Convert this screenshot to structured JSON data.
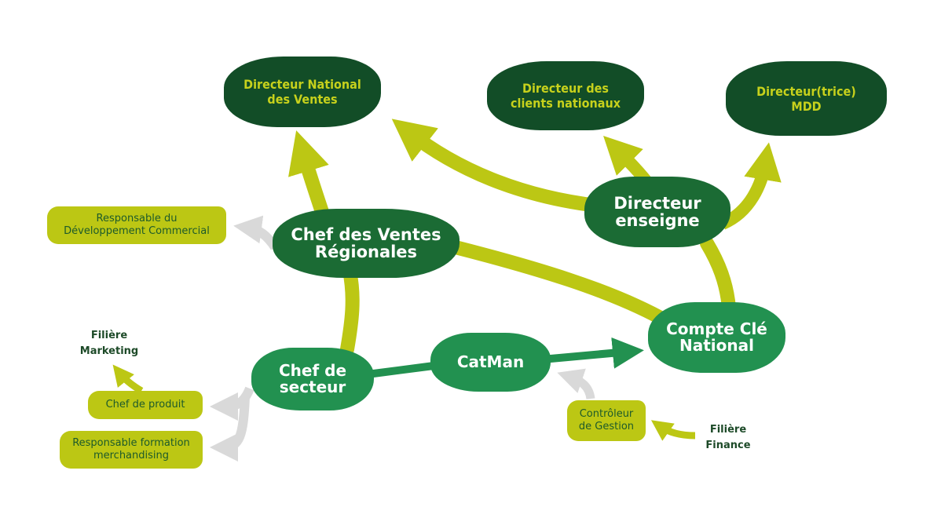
{
  "colors": {
    "dark_green": "#124d27",
    "mid_green": "#1b6b34",
    "bright_green": "#229150",
    "lime": "#bcc714",
    "grey_arrow": "#d9d9d9",
    "text_lime": "#c7d11c",
    "text_dark": "#1d5a2b"
  },
  "nodes": {
    "directeur_national_ventes": "Directeur National\ndes Ventes",
    "directeur_clients_nationaux": "Directeur des\nclients nationaux",
    "directeur_mdd": "Directeur(trice)\nMDD",
    "directeur_enseigne": "Directeur\nenseigne",
    "chef_ventes_regionales": "Chef des Ventes\nRégionales",
    "compte_cle_national": "Compte Clé\nNational",
    "chef_secteur": "Chef de\nsecteur",
    "catman": "CatMan",
    "responsable_dev_commercial": "Responsable du\nDéveloppement Commercial",
    "chef_produit": "Chef de produit",
    "responsable_formation": "Responsable formation\nmerchandising",
    "controleur_gestion": "Contrôleur\nde Gestion"
  },
  "labels": {
    "filiere_marketing": "Filière\nMarketing",
    "filiere_finance": "Filière\nFinance"
  }
}
